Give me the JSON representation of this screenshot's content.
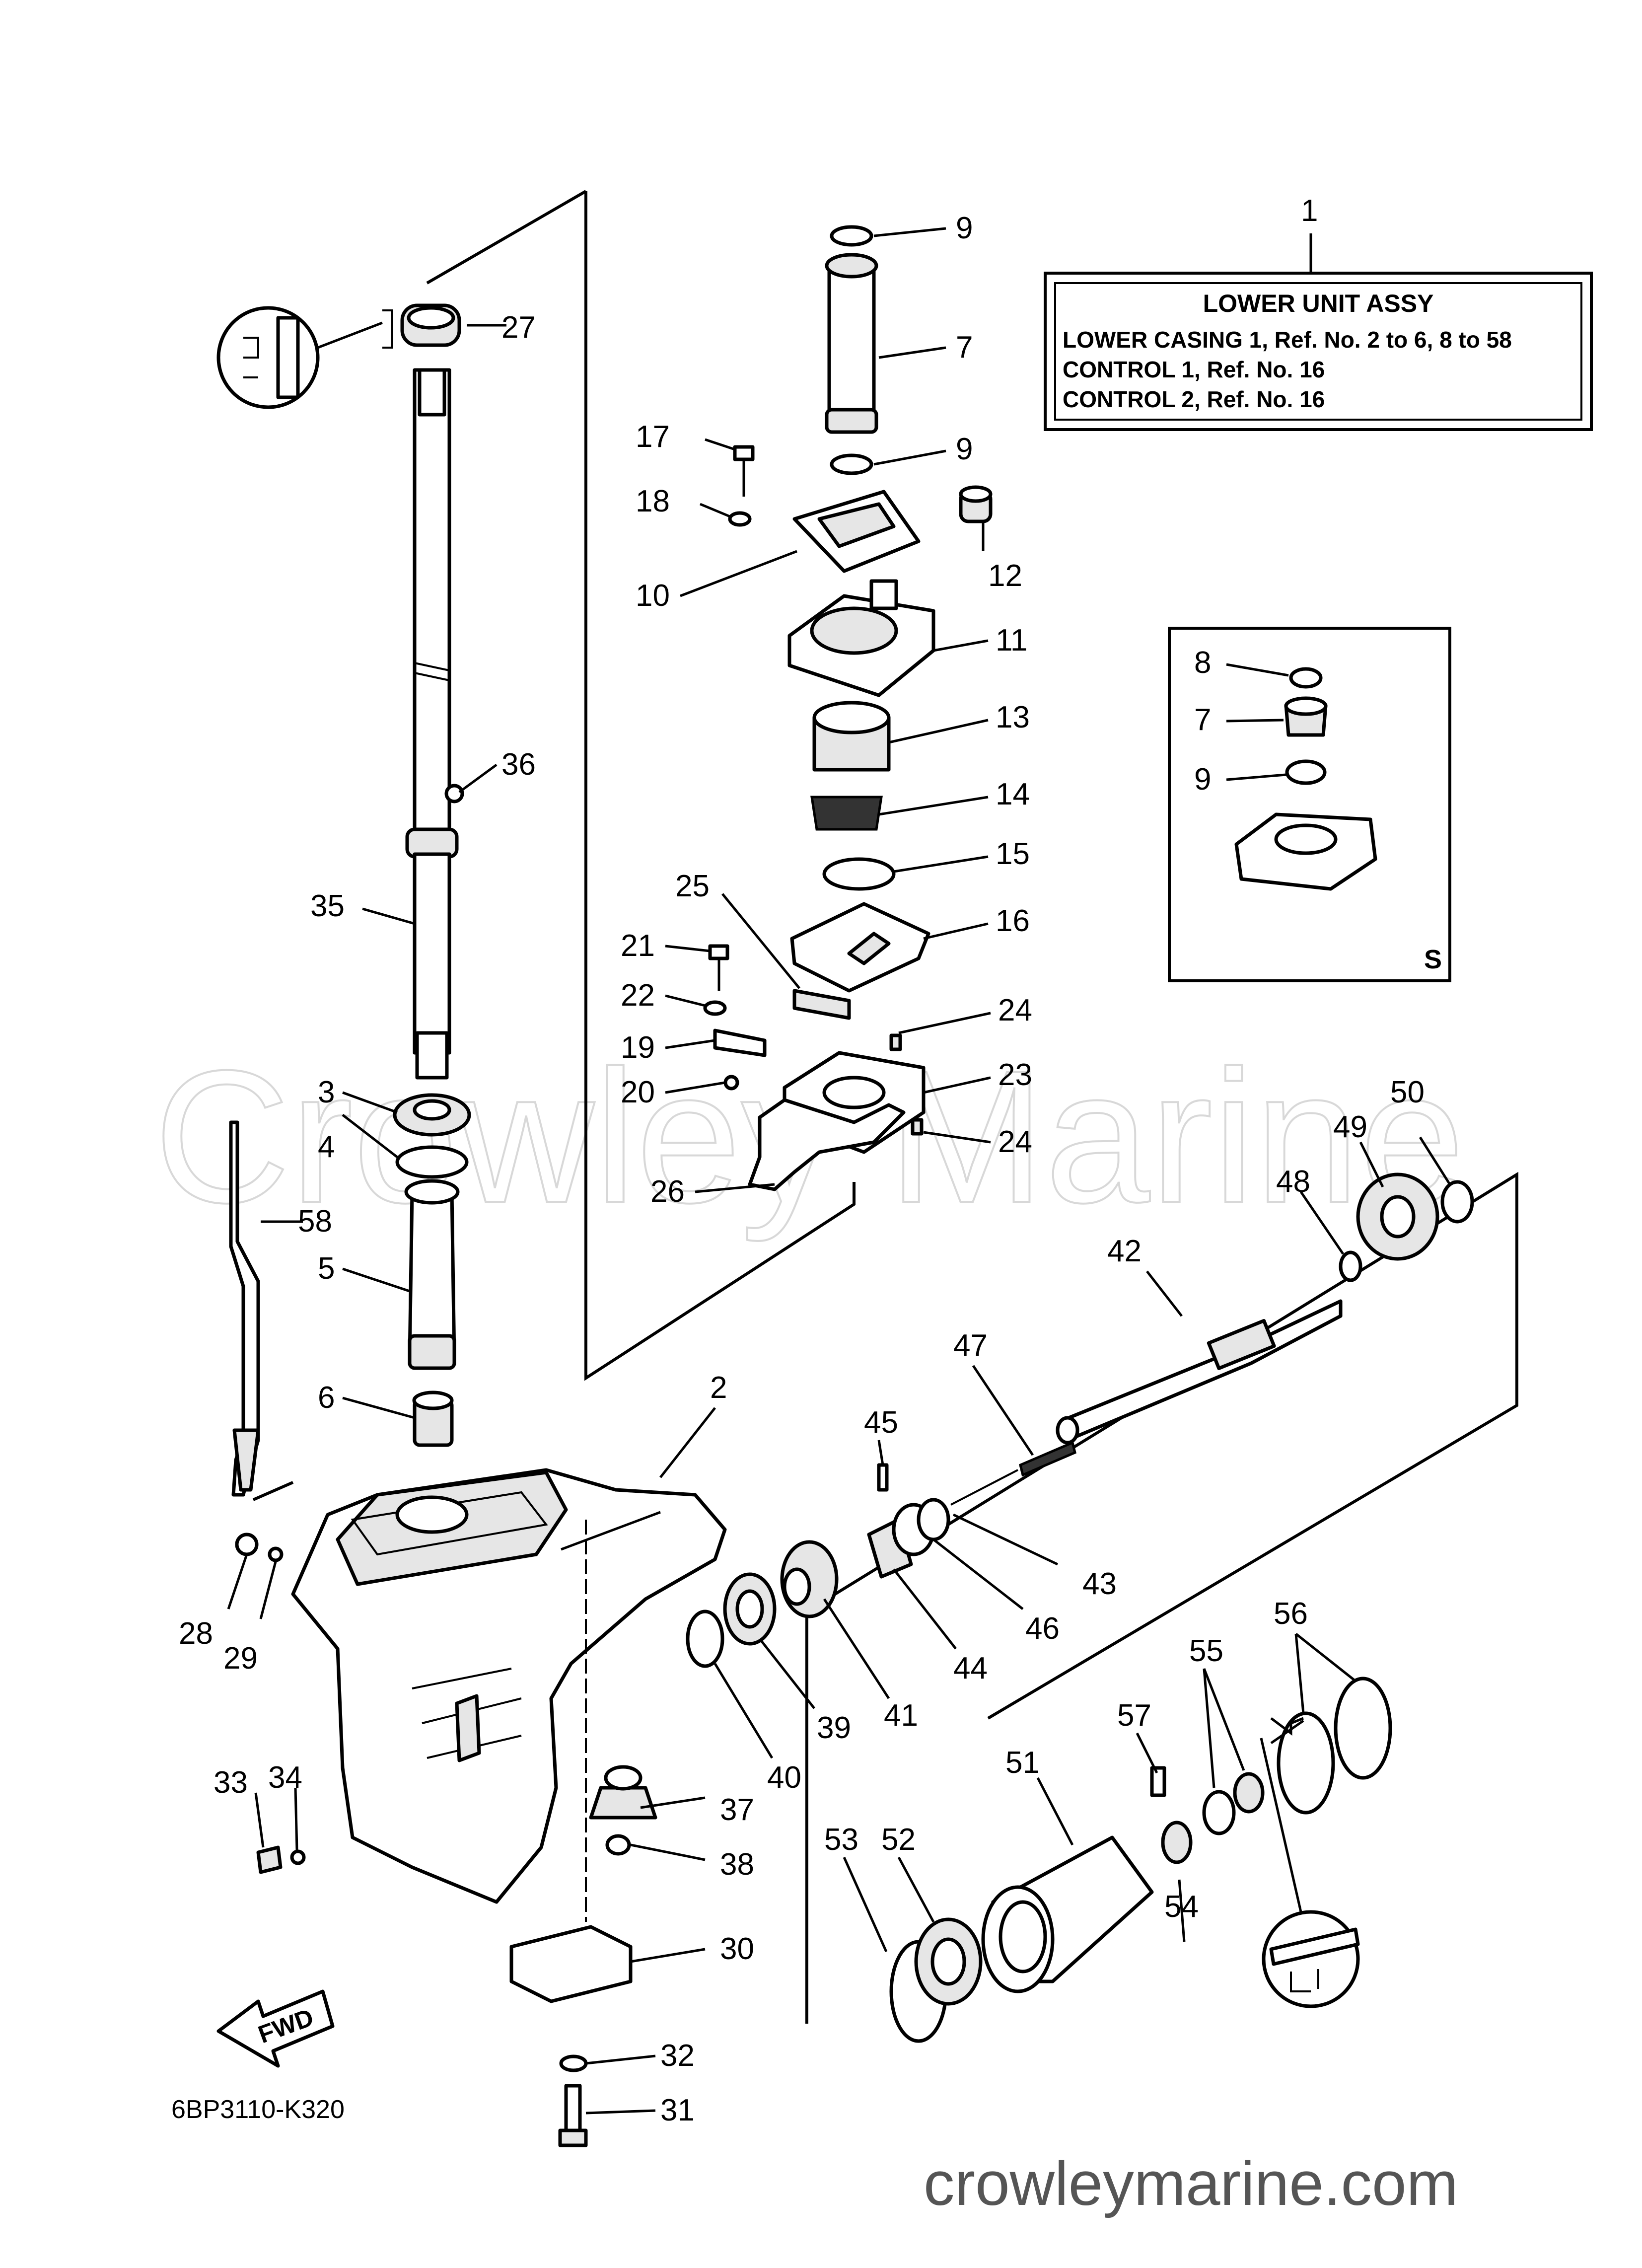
{
  "watermark": "Crowley Marine",
  "footer_url": "crowleymarine.com",
  "diagram_code": "6BP3110-K320",
  "fwd_label": "FWD",
  "s_label": "S",
  "label_box": {
    "title": "LOWER UNIT ASSY",
    "lines": [
      "LOWER CASING 1,  Ref. No. 2 to 6, 8 to 58",
      "CONTROL 1,  Ref. No. 16",
      "CONTROL 2,  Ref. No. 16"
    ]
  },
  "callouts": {
    "c1": "1",
    "c2": "2",
    "c3": "3",
    "c4": "4",
    "c5": "5",
    "c6": "6",
    "c7": "7",
    "c9a": "9",
    "c9b": "9",
    "c10": "10",
    "c11": "11",
    "c12": "12",
    "c13": "13",
    "c14": "14",
    "c15": "15",
    "c16": "16",
    "c17": "17",
    "c18": "18",
    "c19": "19",
    "c20": "20",
    "c21": "21",
    "c22": "22",
    "c23": "23",
    "c24a": "24",
    "c24b": "24",
    "c25": "25",
    "c26": "26",
    "c27": "27",
    "c28": "28",
    "c29": "29",
    "c30": "30",
    "c31": "31",
    "c32": "32",
    "c33": "33",
    "c34": "34",
    "c35": "35",
    "c36": "36",
    "c37": "37",
    "c38": "38",
    "c39": "39",
    "c40": "40",
    "c41": "41",
    "c42": "42",
    "c43": "43",
    "c44": "44",
    "c45": "45",
    "c46": "46",
    "c47": "47",
    "c48": "48",
    "c49": "49",
    "c50": "50",
    "c51": "51",
    "c52": "52",
    "c53": "53",
    "c54": "54",
    "c55": "55",
    "c56": "56",
    "c57": "57",
    "c58": "58",
    "s8": "8",
    "s7": "7",
    "s9": "9"
  }
}
